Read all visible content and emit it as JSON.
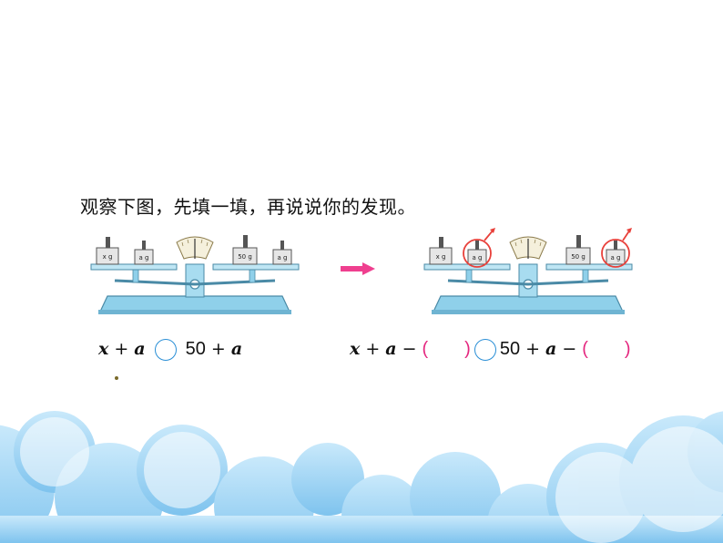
{
  "instruction": "观察下图，先填一填，再说说你的发现。",
  "left_scale": {
    "left_pan_weights": [
      "x g",
      "a g"
    ],
    "right_pan_weights": [
      "50 g",
      "a g"
    ]
  },
  "right_scale": {
    "left_pan_weights": [
      "x g",
      "a g"
    ],
    "right_pan_weights": [
      "50 g",
      "a g"
    ]
  },
  "equation_left": {
    "x": "x",
    "plus1": "+",
    "a1": "a",
    "num": "50",
    "plus2": "+",
    "a2": "a"
  },
  "equation_right": {
    "x": "x",
    "plus1": "+",
    "a1": "a",
    "minus1": "−",
    "open1": "(",
    "close1": ")",
    "num": "50",
    "plus2": "+",
    "a2": "a",
    "minus2": "−",
    "open2": "(",
    "close2": ")"
  },
  "colors": {
    "scale_body": "#8fd0ea",
    "scale_dark": "#4a8aa6",
    "weight": "#d9d9d9",
    "highlight": "#e8403a",
    "arrow": "#ef3f8f",
    "circle": "#2a8fd6",
    "paren": "#e4277f",
    "cloud": "#9fd3f2"
  }
}
